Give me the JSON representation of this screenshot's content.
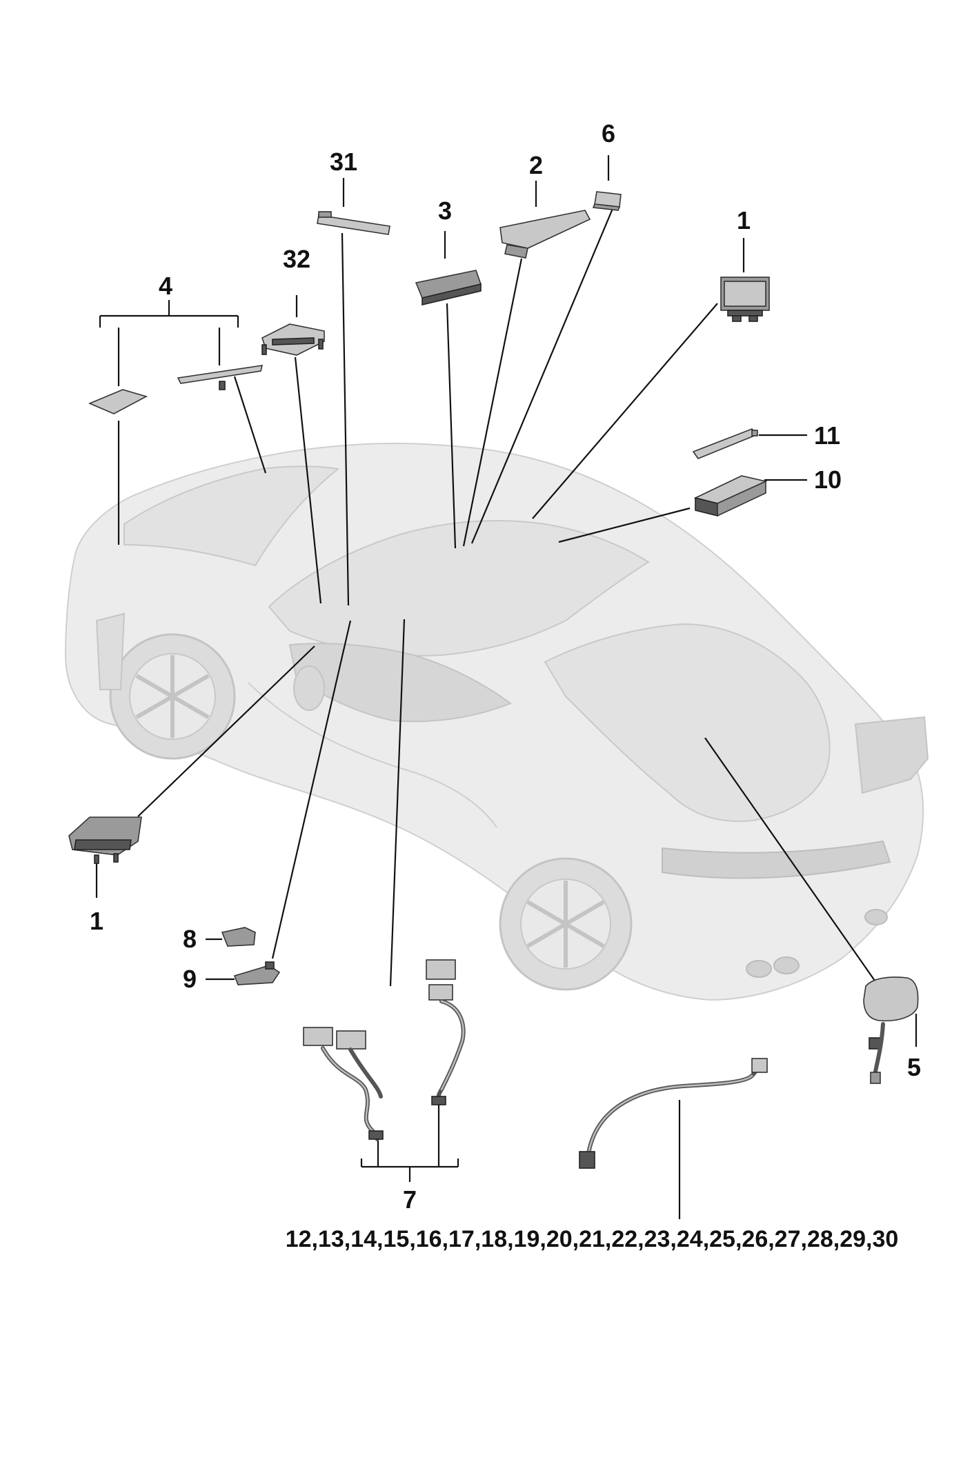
{
  "labels": {
    "l31": "31",
    "l2": "2",
    "l6": "6",
    "l3": "3",
    "l1_top": "1",
    "l32": "32",
    "l4": "4",
    "l11": "11",
    "l10": "10",
    "l1_left": "1",
    "l8": "8",
    "l9": "9",
    "l5": "5",
    "l7": "7",
    "l_range": "12,13,14,15,16,17,18,19,20,21,22,23,24,25,26,27,28,29,30"
  }
}
